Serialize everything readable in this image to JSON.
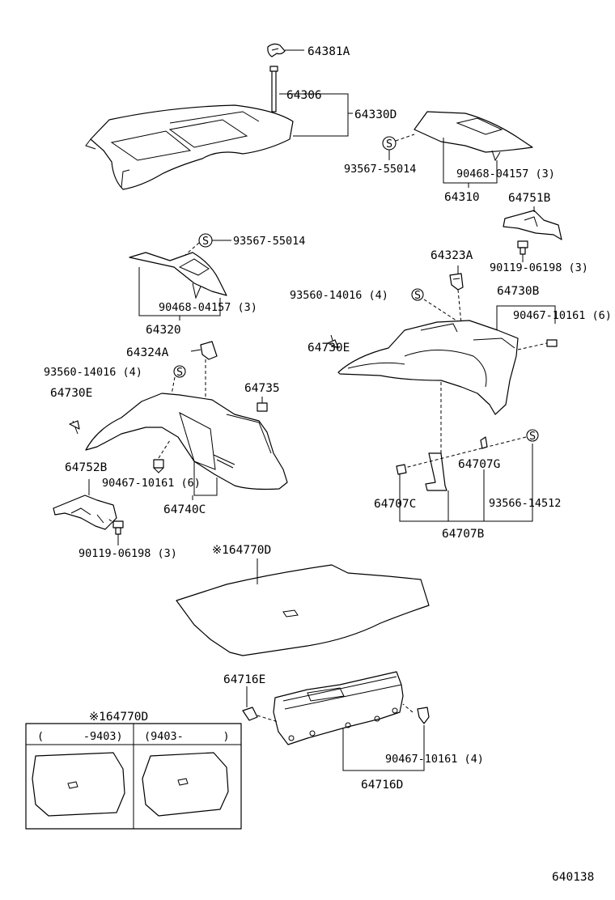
{
  "labels": {
    "p64381A": "64381A",
    "p64306": "64306",
    "p64330D": "64330D",
    "p93567_1": "93567-55014",
    "p90468_1": "90468-04157 (3)",
    "p64310": "64310",
    "p64751B": "64751B",
    "p90119_1": "90119-06198 (3)",
    "p93567_2": "93567-55014",
    "p90468_2": "90468-04157 (3)",
    "p64320": "64320",
    "p64323A": "64323A",
    "p93560_1": "93560-14016 (4)",
    "p64730B": "64730B",
    "p90467_1": "90467-10161 (6)",
    "p64730E_1": "64730E",
    "p64324A": "64324A",
    "p93560_2": "93560-14016 (4)",
    "p64735": "64735",
    "p64730E_2": "64730E",
    "p64752B": "64752B",
    "p90467_2": "90467-10161 (6)",
    "p64740C": "64740C",
    "p90119_2": "90119-06198 (3)",
    "p64707G": "64707G",
    "p64707C": "64707C",
    "p93566": "93566-14512",
    "p64707B": "64707B",
    "p64770D_main": "※164770D",
    "p64716E": "64716E",
    "p90467_3": "90467-10161 (4)",
    "p64716D": "64716D",
    "p64770D_box": "※164770D",
    "box_col1": "(      -9403)",
    "box_col2": "(9403-      )",
    "diagram_id": "640138",
    "s_symbol": "S"
  }
}
